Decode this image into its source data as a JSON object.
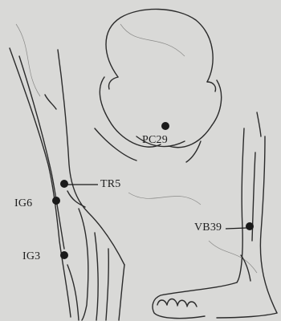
{
  "points": [
    {
      "id": "pc29",
      "label": "PC29"
    },
    {
      "id": "tr5",
      "label": "TR5"
    },
    {
      "id": "ig6",
      "label": "IG6"
    },
    {
      "id": "ig3",
      "label": "IG3"
    },
    {
      "id": "vb39",
      "label": "VB39"
    }
  ],
  "colors": {
    "background": "#d9d9d7",
    "ink": "#1a1a1a"
  }
}
